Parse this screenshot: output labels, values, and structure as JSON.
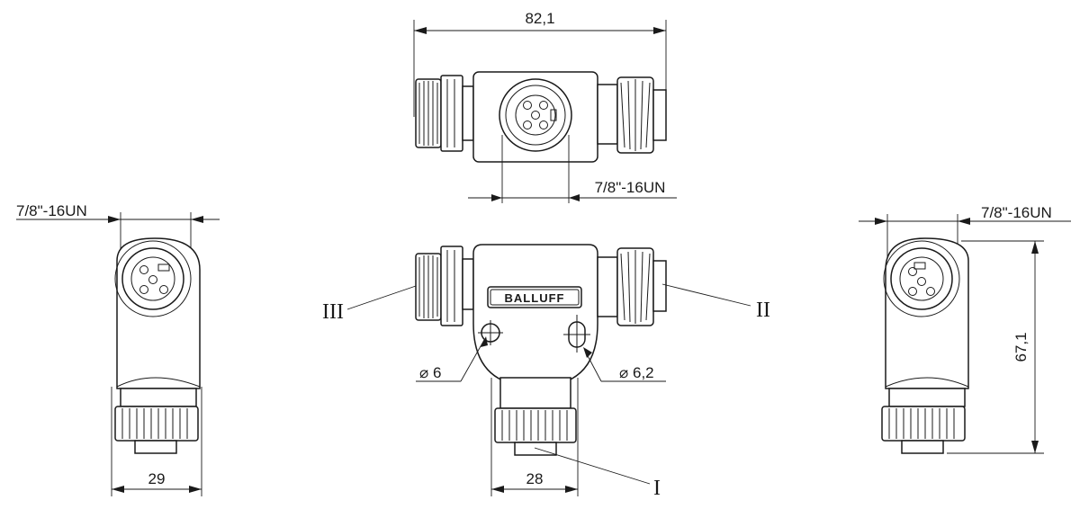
{
  "drawing": {
    "brand": "BALLUFF",
    "dimensions": {
      "overall_length": "82,1",
      "thread_top": "7/8\"-16UN",
      "thread_left": "7/8\"-16UN",
      "thread_right": "7/8\"-16UN",
      "width_side": "29",
      "width_bottom": "28",
      "height_side": "67,1",
      "hole_left": "6",
      "hole_right": "6,2"
    },
    "port_labels": {
      "port_1": "I",
      "port_2": "II",
      "port_3": "III"
    },
    "diameter_symbol": "⌀"
  }
}
